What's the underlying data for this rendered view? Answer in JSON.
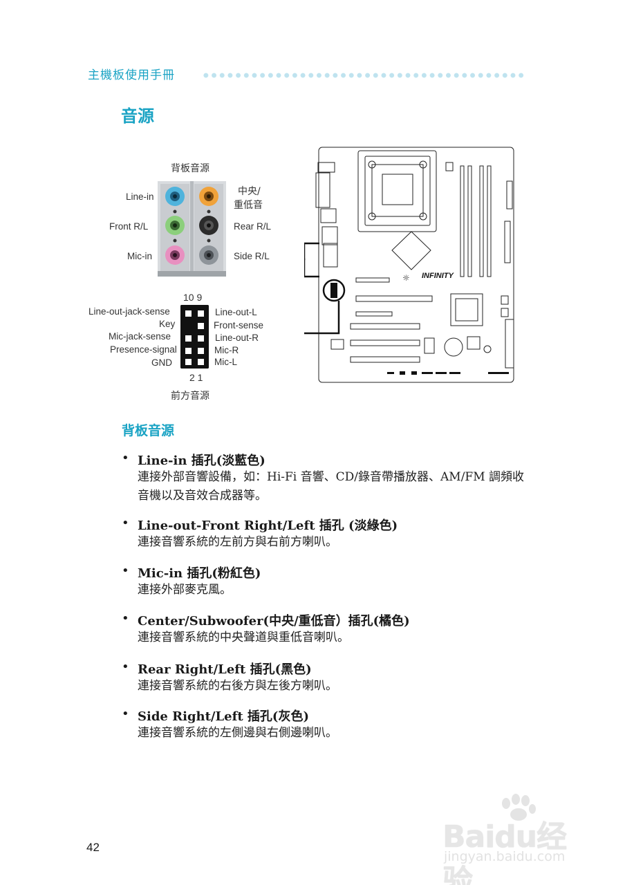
{
  "header": {
    "title": "主機板使用手冊"
  },
  "section": {
    "title": "音源"
  },
  "figure": {
    "rear_panel_title": "背板音源",
    "front_panel_title": "前方音源",
    "rear_labels_left": [
      "Line-in",
      "Front R/L",
      "Mic-in"
    ],
    "rear_labels_right": {
      "center_line1": "中央/",
      "center_line2": "重低音",
      "rear": "Rear R/L",
      "side": "Side R/L"
    },
    "pin_top": "10 9",
    "pin_bottom": "2 1",
    "front_labels_left": [
      "Line-out-jack-sense",
      "Key",
      "Mic-jack-sense",
      "Presence-signal",
      "GND"
    ],
    "front_labels_right": [
      "Line-out-L",
      "Front-sense",
      "Line-out-R",
      "Mic-R",
      "Mic-L"
    ],
    "jack_colors": {
      "line_in": "#4fb3dc",
      "front": "#8ccf7c",
      "mic": "#e890c0",
      "center": "#f0a23a",
      "rear": "#2b2b2b",
      "side": "#8e949a"
    }
  },
  "sub_heading": "背板音源",
  "items": [
    {
      "title": "Line-in 插孔(淡藍色)",
      "desc": "連接外部音響設備，如：Hi-Fi 音響、CD/錄音帶播放器、AM/FM 調頻收音機以及音效合成器等。"
    },
    {
      "title": "Line-out-Front Right/Left 插孔 (淡綠色)",
      "desc": "連接音響系統的左前方與右前方喇叭。"
    },
    {
      "title": "Mic-in 插孔(粉紅色)",
      "desc": "連接外部麥克風。"
    },
    {
      "title": "Center/Subwoofer(中央/重低音）插孔(橘色)",
      "desc": "連接音響系統的中央聲道與重低音喇叭。"
    },
    {
      "title": "Rear Right/Left 插孔(黑色)",
      "desc": "連接音響系統的右後方與左後方喇叭。"
    },
    {
      "title": "Side Right/Left 插孔(灰色)",
      "desc": "連接音響系統的左側邊與右側邊喇叭。"
    }
  ],
  "page_number": "42",
  "watermark": {
    "logo": "Baidu经验",
    "url": "jingyan.baidu.com"
  },
  "board_logo": "INFINITY"
}
